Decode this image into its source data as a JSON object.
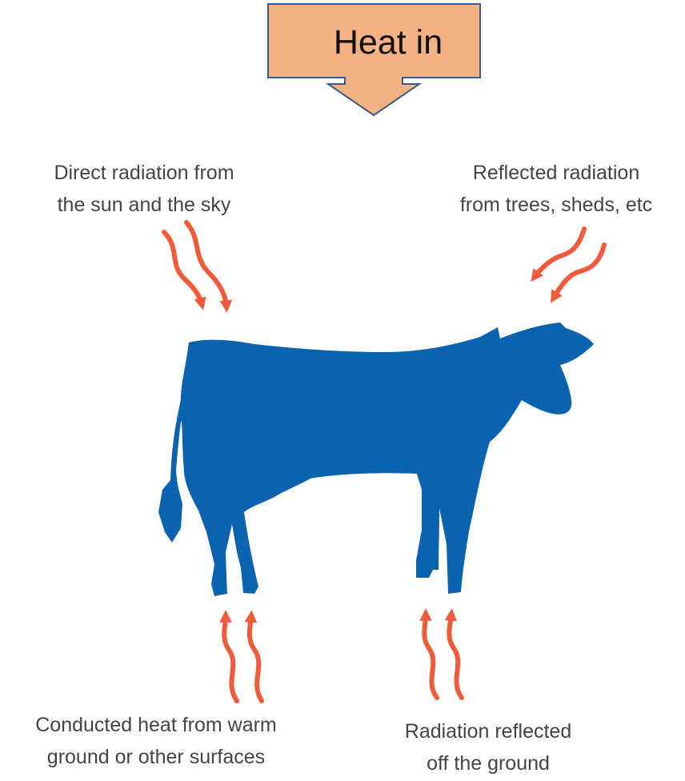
{
  "callout": {
    "label": "Heat in",
    "fill_color": "#F4B183",
    "stroke_color": "#3B5A86"
  },
  "animal": {
    "icon": "cow-silhouette-icon",
    "color": "#0B63B0"
  },
  "arrow_color": "#F25A3C",
  "sources": {
    "direct": {
      "line1": "Direct radiation from",
      "line2": "the sun and the sky"
    },
    "reflected": {
      "line1": "Reflected radiation",
      "line2": "from trees, sheds, etc"
    },
    "conducted": {
      "line1": "Conducted heat from warm",
      "line2": "ground or other surfaces"
    },
    "ground": {
      "line1": "Radiation reflected",
      "line2": "off the ground"
    }
  }
}
